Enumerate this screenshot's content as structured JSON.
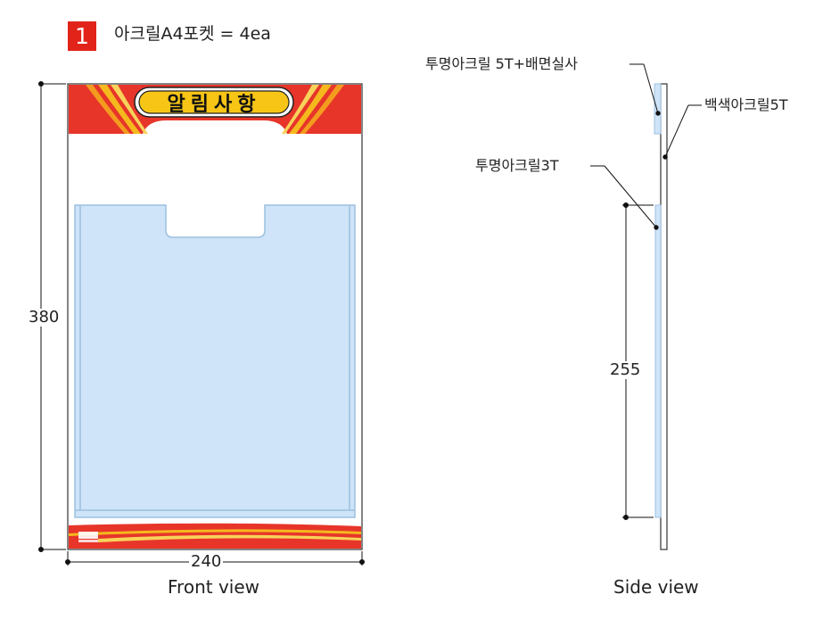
{
  "header": {
    "badge": "1",
    "title": "아크릴A4포켓 = 4ea"
  },
  "front_view": {
    "caption": "Front view",
    "sign_label": "알림사항",
    "width_dim": "240",
    "height_dim": "380"
  },
  "side_view": {
    "caption": "Side view",
    "pocket_dim": "255",
    "notes": {
      "top_panel": "투명아크릴 5T+배면실사",
      "back_panel": "백색아크릴5T",
      "pocket_panel": "투명아크릴3T"
    }
  },
  "colors": {
    "banner_red": "#e7352a",
    "banner_yellow": "#f5b81d",
    "acrylic_blue": "#cfe4f8",
    "acrylic_edge": "#9cc0e0",
    "badge_red": "#e2231a"
  }
}
